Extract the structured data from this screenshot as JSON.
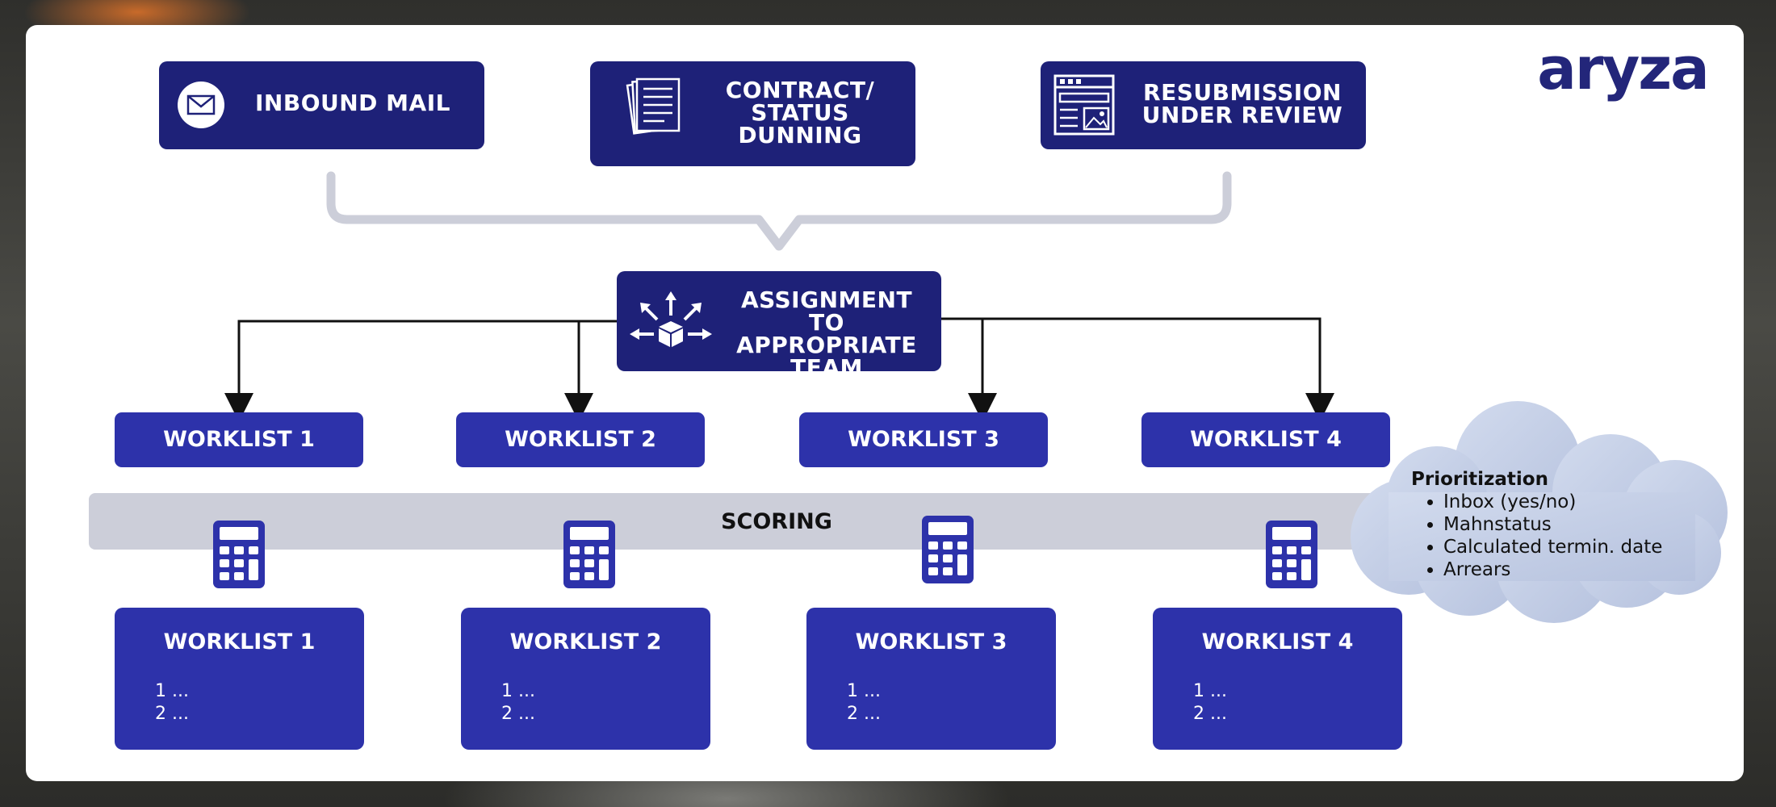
{
  "logo": "aryza",
  "sources": [
    {
      "label": "INBOUND MAIL",
      "icon": "envelope-icon"
    },
    {
      "label": "CONTRACT/\nSTATUS\nDUNNING",
      "icon": "documents-icon"
    },
    {
      "label": "RESUBMISSION\nUNDER REVIEW",
      "icon": "browser-window-icon"
    }
  ],
  "assignment": {
    "label": "ASSIGNMENT TO\nAPPROPRIATE\nTEAM",
    "icon": "distribute-arrows-icon"
  },
  "worklists_top": [
    "WORKLIST 1",
    "WORKLIST 2",
    "WORKLIST 3",
    "WORKLIST 4"
  ],
  "scoring": "SCORING",
  "worklists_bottom": [
    {
      "title": "WORKLIST 1",
      "items": [
        "1 ...",
        "2 ..."
      ]
    },
    {
      "title": "WORKLIST 2",
      "items": [
        "1 ...",
        "2 ..."
      ]
    },
    {
      "title": "WORKLIST 3",
      "items": [
        "1 ...",
        "2 ..."
      ]
    },
    {
      "title": "WORKLIST 4",
      "items": [
        "1 ...",
        "2 ..."
      ]
    }
  ],
  "prioritization": {
    "title": "Prioritization",
    "items": [
      "Inbox (yes/no)",
      "Mahnstatus",
      "Calculated termin. date",
      "Arrears"
    ]
  },
  "colors": {
    "dark_navy": "#1e2178",
    "worklist_blue": "#2d32aa",
    "band_gray": "#ccced9",
    "cloud": "#c6d0e6"
  }
}
